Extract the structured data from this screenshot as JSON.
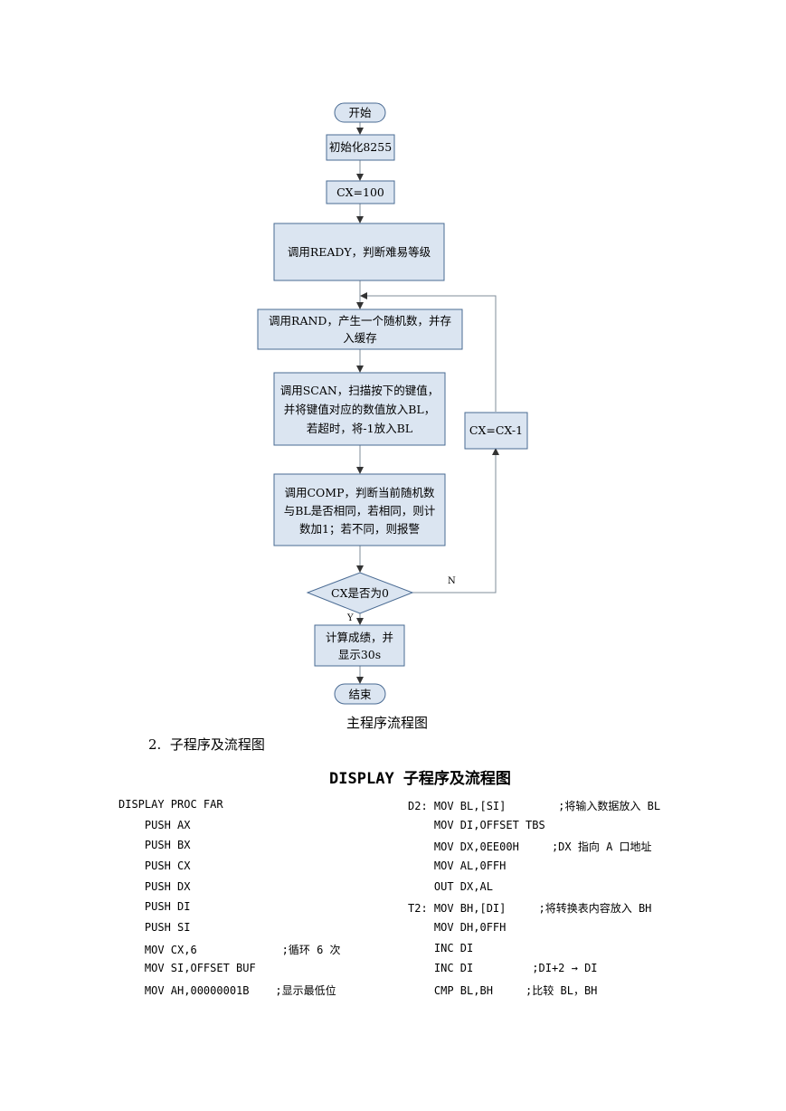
{
  "flowchart": {
    "start": "开始",
    "init": "初始化8255",
    "cx_set": "CX=100",
    "ready": "调用READY，判断难易等级",
    "rand_l1": "调用RAND，产生一个随机数，并存",
    "rand_l2": "入缓存",
    "scan_l1": "调用SCAN，扫描按下的键值，",
    "scan_l2": "并将键值对应的数值放入BL，",
    "scan_l3": "若超时，将-1放入BL",
    "comp_l1": "调用COMP，判断当前随机数",
    "comp_l2": "与BL是否相同，若相同，则计",
    "comp_l3": "数加1；若不同，则报警",
    "decision": "CX是否为0",
    "no_label": "N",
    "yes_label": "Y",
    "dec_cx": "CX=CX-1",
    "calc_l1": "计算成绩，并",
    "calc_l2": "显示30s",
    "end": "结束"
  },
  "caption": "主程序流程图",
  "section_heading": "2.  子程序及流程图",
  "subroutine_title": "DISPLAY 子程序及流程图",
  "code_left": [
    "DISPLAY PROC FAR",
    "    PUSH AX",
    "    PUSH BX",
    "    PUSH CX",
    "    PUSH DX",
    "    PUSH DI",
    "    PUSH SI",
    "    MOV CX,6             ;循环 6 次",
    "    MOV SI,OFFSET BUF",
    "    MOV AH,00000001B    ;显示最低位"
  ],
  "code_right": [
    "D2: MOV BL,[SI]        ;将输入数据放入 BL",
    "    MOV DI,OFFSET TBS",
    "    MOV DX,0EE00H     ;DX 指向 A 口地址",
    "    MOV AL,0FFH",
    "    OUT DX,AL",
    "T2: MOV BH,[DI]     ;将转换表内容放入 BH",
    "    MOV DH,0FFH",
    "    INC DI",
    "    INC DI         ;DI+2 → DI",
    "    CMP BL,BH     ;比较 BL，BH"
  ]
}
